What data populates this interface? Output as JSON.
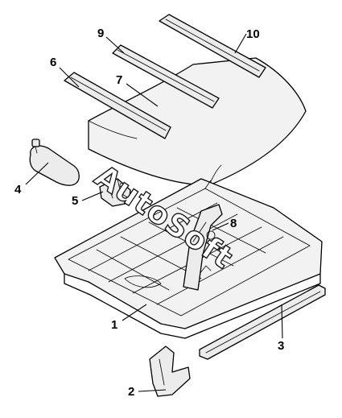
{
  "diagram": {
    "callouts": [
      {
        "id": "c1",
        "label": "1"
      },
      {
        "id": "c2",
        "label": "2"
      },
      {
        "id": "c3",
        "label": "3"
      },
      {
        "id": "c4",
        "label": "4"
      },
      {
        "id": "c5",
        "label": "5"
      },
      {
        "id": "c6",
        "label": "6"
      },
      {
        "id": "c7",
        "label": "7"
      },
      {
        "id": "c8",
        "label": "8"
      },
      {
        "id": "c9",
        "label": "9"
      },
      {
        "id": "c10",
        "label": "10"
      }
    ]
  },
  "watermark": {
    "text": "AutoSoft"
  }
}
